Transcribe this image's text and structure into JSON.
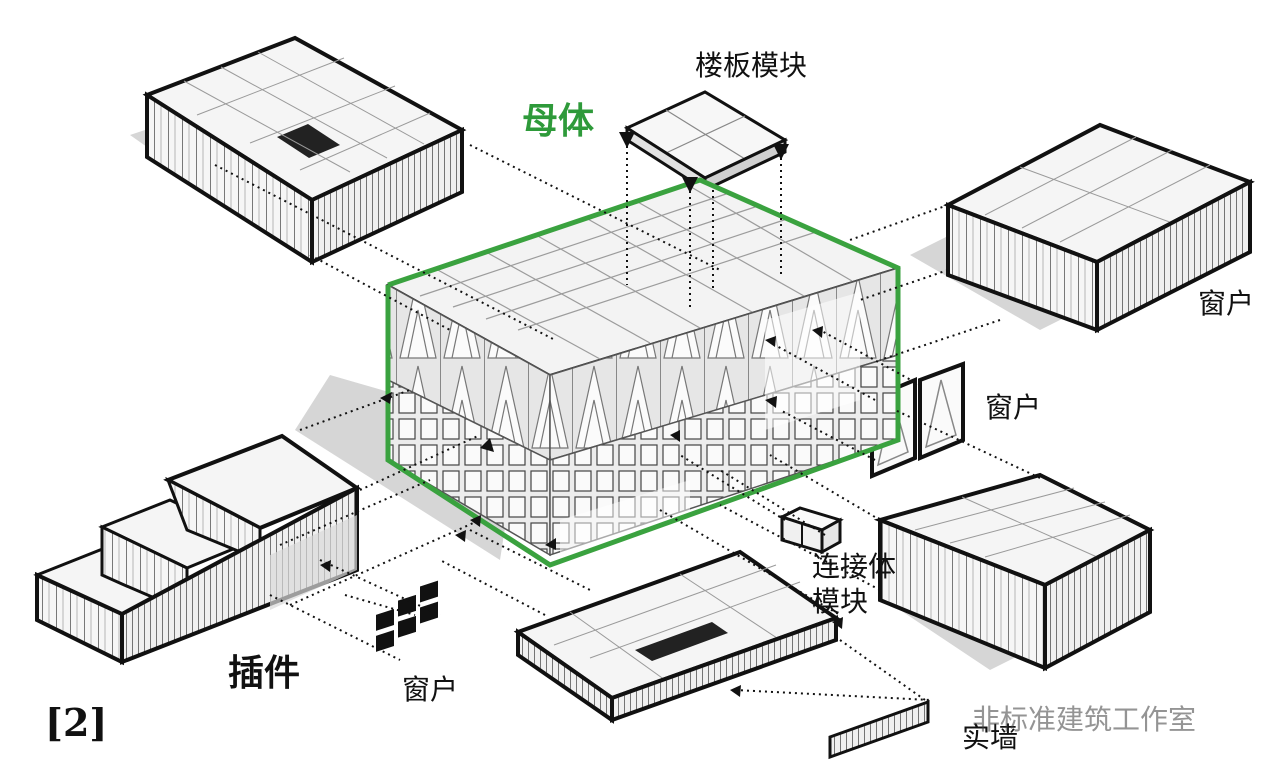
{
  "labels": {
    "mother_body": "母体",
    "floor_module": "楼板模块",
    "window_right_top": "窗户",
    "window_right_mid": "窗户",
    "plugin": "插件",
    "window_bottom": "窗户",
    "connector_line1": "连接体",
    "connector_line2": "模块",
    "solid_wall": "实墙",
    "figure_number": "[2]"
  },
  "watermark": "非标准建筑工作室",
  "colors": {
    "frame_green": "#3aa23f",
    "outline": "#111111",
    "module_fill": "#f4f4f4",
    "shadow": "#d2d2d2"
  }
}
